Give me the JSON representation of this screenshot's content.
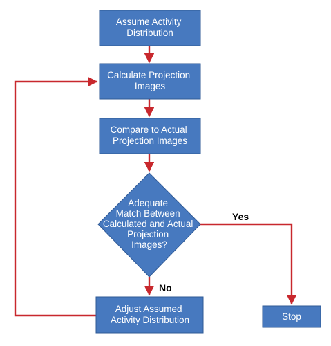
{
  "nodes": {
    "assume": {
      "lines": [
        "Assume Activity",
        "Distribution"
      ]
    },
    "calculate": {
      "lines": [
        "Calculate Projection",
        "Images"
      ]
    },
    "compare": {
      "lines": [
        "Compare to Actual",
        "Projection Images"
      ]
    },
    "decision": {
      "lines": [
        "Adequate",
        "Match Between",
        "Calculated and Actual",
        "Projection",
        "Images?"
      ]
    },
    "adjust": {
      "lines": [
        "Adjust Assumed",
        "Activity Distribution"
      ]
    },
    "stop": {
      "lines": [
        "Stop"
      ]
    }
  },
  "edge_labels": {
    "yes": "Yes",
    "no": "No"
  },
  "colors": {
    "box_fill": "#4779bf",
    "box_border": "#2f5a96",
    "arrow": "#c8282d",
    "box_text": "#ffffff"
  }
}
